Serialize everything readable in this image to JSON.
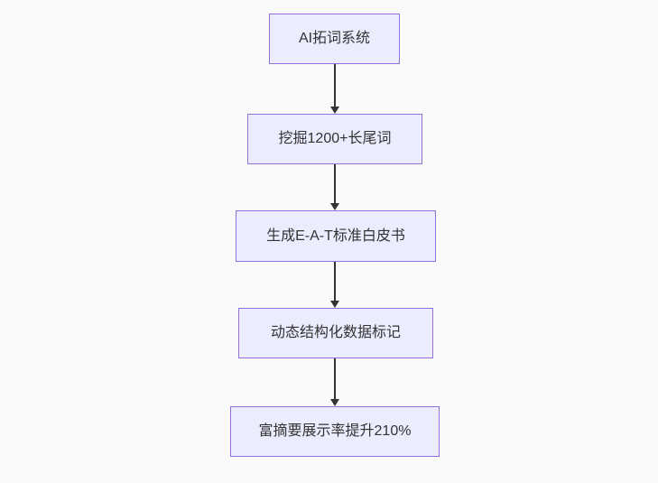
{
  "diagram": {
    "type": "flowchart-top-down",
    "colors": {
      "background": "#fafafa",
      "node_fill": "#ECECFF",
      "node_border": "#9370DB",
      "arrow": "#333333",
      "text": "#333333"
    },
    "nodes": [
      {
        "id": "A",
        "label": "AI拓词系统"
      },
      {
        "id": "B",
        "label": "挖掘1200+长尾词"
      },
      {
        "id": "C",
        "label": "生成E-A-T标准白皮书"
      },
      {
        "id": "D",
        "label": "动态结构化数据标记"
      },
      {
        "id": "E",
        "label": "富摘要展示率提升210%"
      }
    ],
    "edges": [
      {
        "from": "A",
        "to": "B"
      },
      {
        "from": "B",
        "to": "C"
      },
      {
        "from": "C",
        "to": "D"
      },
      {
        "from": "D",
        "to": "E"
      }
    ]
  }
}
